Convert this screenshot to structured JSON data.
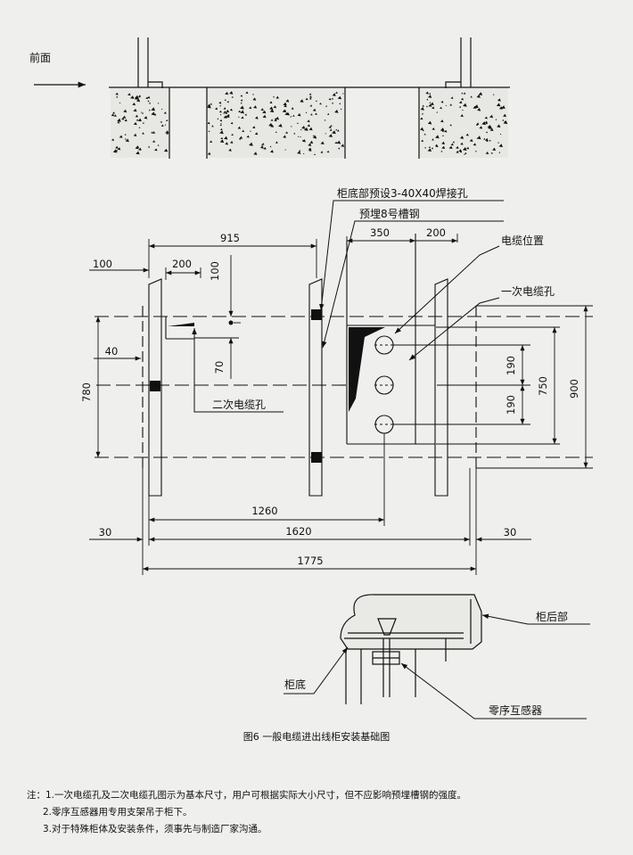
{
  "labels": {
    "front": "前面",
    "cabinet_bottom_holes": "柜底部预设3-40X40焊接孔",
    "embedded_channel": "预埋8号槽钢",
    "cable_position": "电缆位置",
    "primary_cable_hole": "一次电缆孔",
    "secondary_cable_hole": "二次电缆孔",
    "cabinet_rear": "柜后部",
    "cabinet_base": "柜底",
    "zero_seq_ct": "零序互感器"
  },
  "dimensions": {
    "d915": "915",
    "d100_top": "100",
    "d200_left": "200",
    "d100_vert": "100",
    "d350": "350",
    "d200_right": "200",
    "d40": "40",
    "d70": "70",
    "d780": "780",
    "d190_top": "190",
    "d190_bottom": "190",
    "d750": "750",
    "d900": "900",
    "d1260": "1260",
    "d30_left": "30",
    "d1620": "1620",
    "d30_right": "30",
    "d1775": "1775"
  },
  "caption": "图6 一般电缆进出线柜安装基础图",
  "notes": {
    "prefix": "注：",
    "items": [
      "1.一次电缆孔及二次电缆孔图示为基本尺寸，用户可根据实际大小尺寸，但不应影响预埋槽钢的强度。",
      "2.零序互感器用专用支架吊于柜下。",
      "3.对于特殊柜体及安装条件，须事先与制造厂家沟通。"
    ]
  }
}
